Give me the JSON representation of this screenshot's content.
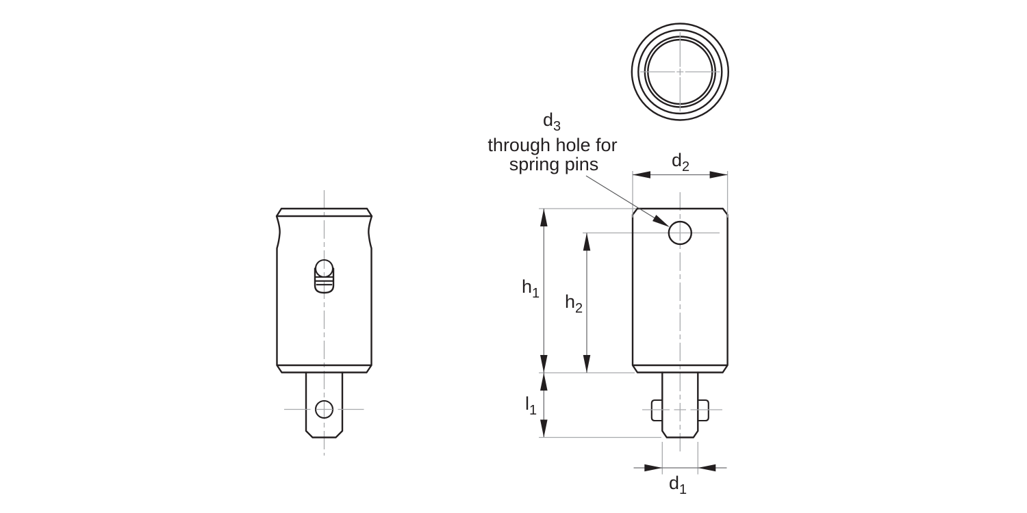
{
  "labels": {
    "h1": {
      "base": "h",
      "sub": "1"
    },
    "h2": {
      "base": "h",
      "sub": "2"
    },
    "l1": {
      "base": "l",
      "sub": "1"
    },
    "d1": {
      "base": "d",
      "sub": "1"
    },
    "d2": {
      "base": "d",
      "sub": "2"
    },
    "d3": {
      "base": "d",
      "sub": "3"
    }
  },
  "annotation": {
    "line1": "through hole for",
    "line2": "spring pins"
  },
  "colors": {
    "background": "#ffffff",
    "outline": "#231f20",
    "centerline": "#a7a9ac",
    "dimension": "#6d6e71",
    "leader": "#58595b",
    "text": "#231f20"
  }
}
